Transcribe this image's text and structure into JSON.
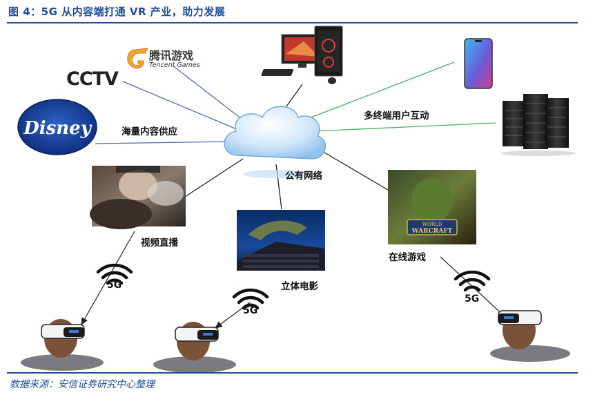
{
  "figure": {
    "title": "图 4：5G 从内容端打通 VR 产业，助力发展",
    "source": "数据来源：安信证券研究中心整理"
  },
  "labels": {
    "content_supply": "海量内容供应",
    "multi_terminal": "多终端用户互动",
    "public_network": "公有网络",
    "live_stream": "视频直播",
    "film_3d": "立体电影",
    "online_game": "在线游戏"
  },
  "logos": {
    "tencent_cn": "腾讯游戏",
    "tencent_en": "Tencent Games",
    "cctv": "CCTV",
    "disney": "Disney",
    "warcraft_1": "WORLD",
    "warcraft_2": "WARCRAFT"
  },
  "network_tag": "5G",
  "colors": {
    "brand": "#1f4e96",
    "line_blue": "#4a6db5",
    "line_green": "#4caf67",
    "line_black": "#222222"
  }
}
